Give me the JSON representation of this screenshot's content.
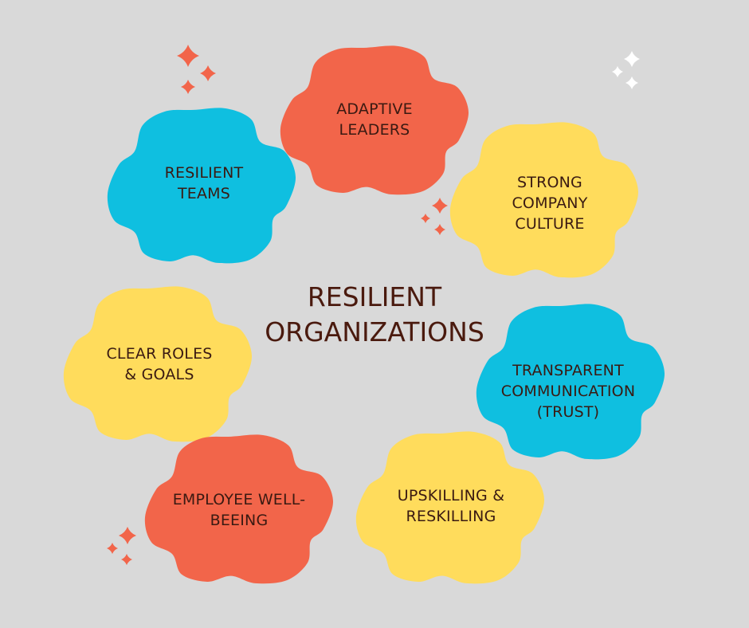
{
  "title": "RESILIENT\nORGANIZATIONS",
  "colors": {
    "background": "#d9d9d9",
    "orange": "#f2654a",
    "blue": "#0fbfe0",
    "yellow": "#ffdc5c",
    "text": "#3a1a12",
    "sparkle_orange": "#f2654a",
    "sparkle_white": "#ffffff"
  },
  "nodes": [
    {
      "id": "adaptive-leaders",
      "label": "ADAPTIVE\nLEADERS",
      "color": "orange"
    },
    {
      "id": "resilient-teams",
      "label": "RESILIENT\nTEAMS",
      "color": "blue"
    },
    {
      "id": "strong-company-culture",
      "label": "STRONG\nCOMPANY\nCULTURE",
      "color": "yellow"
    },
    {
      "id": "clear-roles-goals",
      "label": "CLEAR ROLES\n& GOALS",
      "color": "yellow"
    },
    {
      "id": "transparent-communication",
      "label": "TRANSPARENT\nCOMMUNICATION\n(TRUST)",
      "color": "blue"
    },
    {
      "id": "employee-well-being",
      "label": "EMPLOYEE WELL-\nBEEING",
      "color": "orange"
    },
    {
      "id": "upskilling-reskilling",
      "label": "UPSKILLING &\nRESKILLING",
      "color": "yellow"
    }
  ],
  "decorations": [
    {
      "name": "sparkle-cluster-top-left",
      "color": "orange"
    },
    {
      "name": "sparkle-cluster-top-right",
      "color": "white"
    },
    {
      "name": "sparkle-cluster-mid",
      "color": "orange"
    },
    {
      "name": "sparkle-cluster-bottom-left",
      "color": "orange"
    }
  ]
}
